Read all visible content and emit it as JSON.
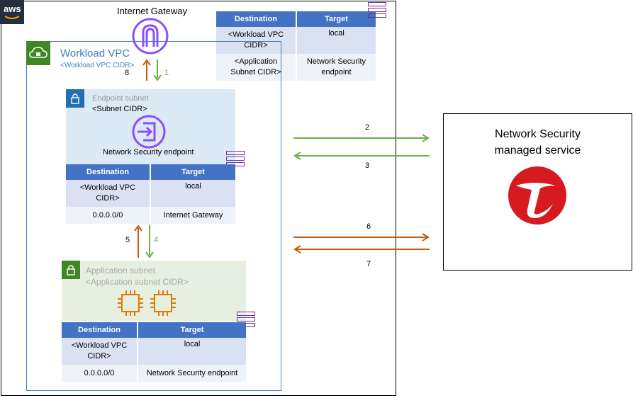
{
  "header": {
    "aws_logo": "aws",
    "internet_gateway": "Internet Gateway"
  },
  "vpc": {
    "title": "Workload  VPC",
    "cidr": "<Workload VPC CIDR>"
  },
  "igw_table": {
    "headers": [
      "Destination",
      "Target"
    ],
    "rows": [
      {
        "dest": [
          "<Workload VPC",
          "CIDR>"
        ],
        "target": [
          "local"
        ]
      },
      {
        "dest": [
          "<Application",
          "Subnet CIDR>"
        ],
        "target": [
          "Network Security",
          "endpoint"
        ]
      }
    ]
  },
  "endpoint_subnet": {
    "title": "Endpoint subnet",
    "cidr": "<Subnet CIDR>",
    "endpoint_label": "Network  Security endpoint"
  },
  "endpoint_table": {
    "headers": [
      "Destination",
      "Target"
    ],
    "rows": [
      {
        "dest": [
          "<Workload VPC",
          "CIDR>"
        ],
        "target": [
          "local"
        ]
      },
      {
        "dest": [
          "0.0.0.0/0"
        ],
        "target": [
          "Internet Gateway"
        ]
      }
    ]
  },
  "app_subnet": {
    "title": "Application subnet",
    "cidr": "<Application subnet  CIDR>"
  },
  "app_table": {
    "headers": [
      "Destination",
      "Target"
    ],
    "rows": [
      {
        "dest": [
          "<Workload VPC",
          "CIDR>"
        ],
        "target": [
          "local"
        ]
      },
      {
        "dest": [
          "0.0.0.0/0"
        ],
        "target": [
          "Network Security endpoint"
        ]
      }
    ]
  },
  "managed_service": {
    "title": [
      "Network Security",
      "managed service"
    ]
  },
  "steps": {
    "s1": "1",
    "s2": "2",
    "s3": "3",
    "s4": "4",
    "s5": "5",
    "s6": "6",
    "s7": "7",
    "s8": "8"
  },
  "colors": {
    "green_arrow": "#70ad47",
    "orange_arrow": "#c55a11",
    "table_header": "#4472c4",
    "vpc_blue": "#3f7fbf",
    "trend_red": "#d71920"
  },
  "icons": [
    "aws-logo",
    "cloud-lock-icon",
    "internet-gateway-icon",
    "lock-icon",
    "endpoint-icon",
    "chip-icon",
    "route-table-icon",
    "trend-micro-logo"
  ]
}
